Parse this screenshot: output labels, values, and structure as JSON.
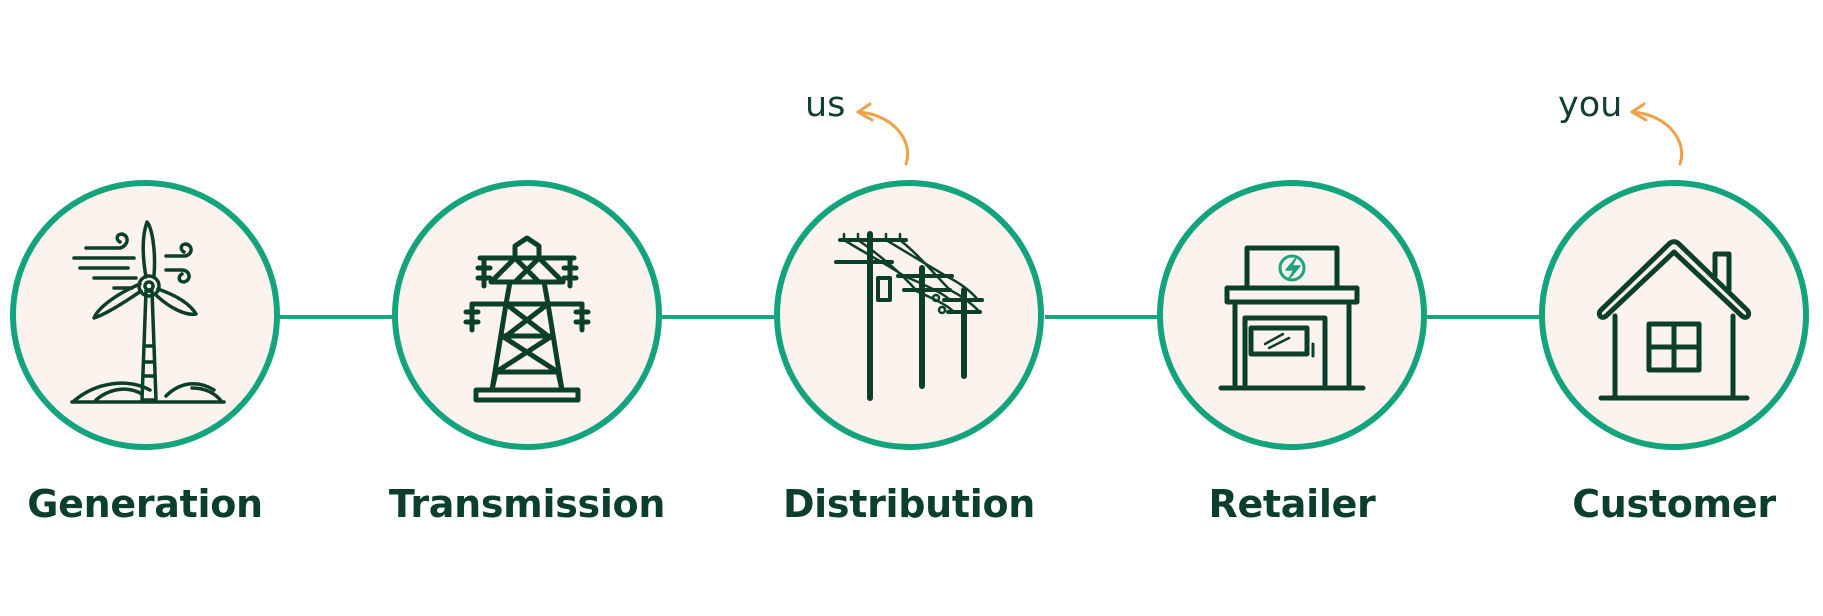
{
  "colors": {
    "ring": "#14a47d",
    "line": "#1aa57f",
    "fill": "#fcf3ee",
    "ink": "#0c3e2c",
    "arrow": "#f0a048",
    "bolt": "#1aa57f"
  },
  "steps": [
    {
      "label": "Generation",
      "icon": "wind-turbine-icon"
    },
    {
      "label": "Transmission",
      "icon": "transmission-tower-icon"
    },
    {
      "label": "Distribution",
      "icon": "utility-pole-icon"
    },
    {
      "label": "Retailer",
      "icon": "storefront-icon"
    },
    {
      "label": "Customer",
      "icon": "house-icon"
    }
  ],
  "annotations": {
    "us": "us",
    "you": "you"
  }
}
